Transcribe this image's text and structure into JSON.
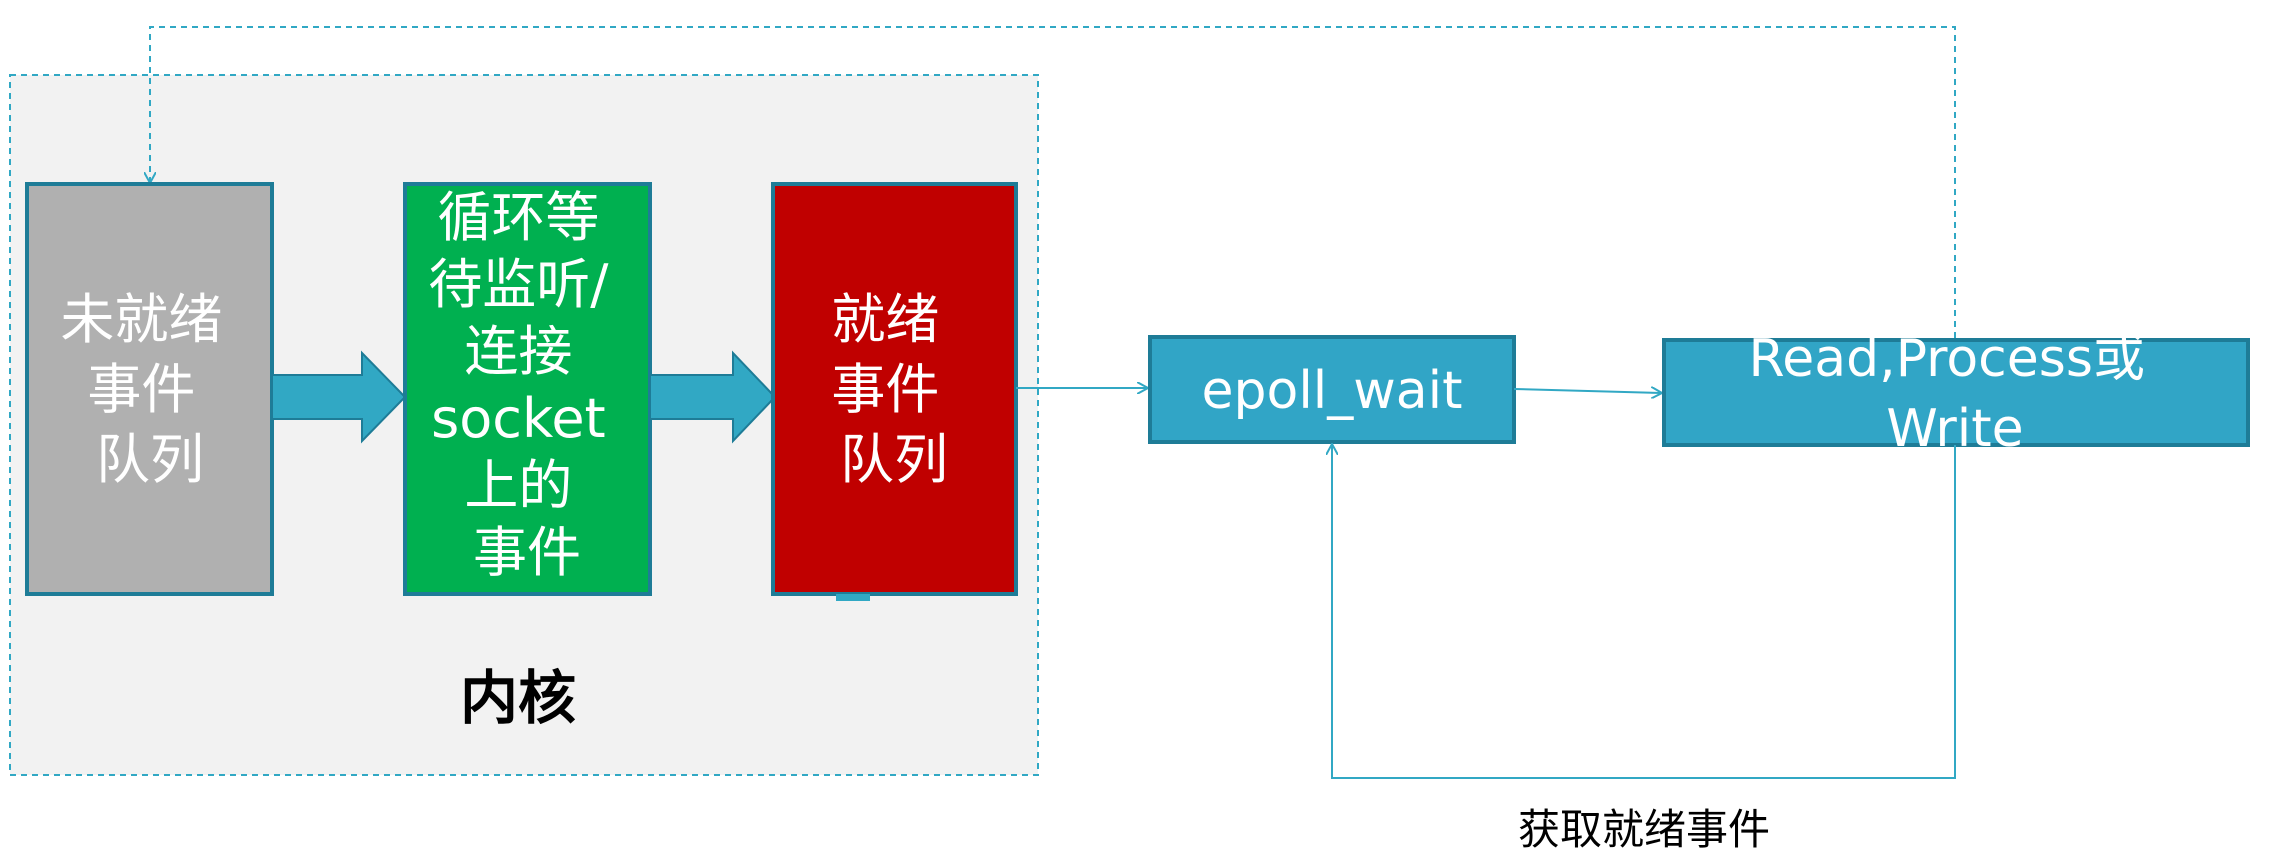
{
  "diagram": {
    "kernel_label": "内核",
    "boxes": {
      "unready_queue": [
        "未就绪",
        "事件",
        "队列"
      ],
      "loop_wait": [
        "循环等",
        "待监听/",
        "连接",
        "socket",
        "上的",
        "事件"
      ],
      "ready_queue": [
        "就绪",
        "事件",
        "队列"
      ],
      "epoll_wait": "epoll_wait",
      "process": [
        "Read,Process或",
        "Write"
      ]
    },
    "feedback_label": "获取就绪事件"
  },
  "colors": {
    "kernel_region_fill": "#f2f2f2",
    "connector": "#31a8c4",
    "unready_fill": "#b0b0b0",
    "loop_fill": "#00b050",
    "ready_fill": "#c00000",
    "box_border": "#1e7c97",
    "epoll_fill": "#31a5c6",
    "arrow_fill": "#31a8c4"
  }
}
